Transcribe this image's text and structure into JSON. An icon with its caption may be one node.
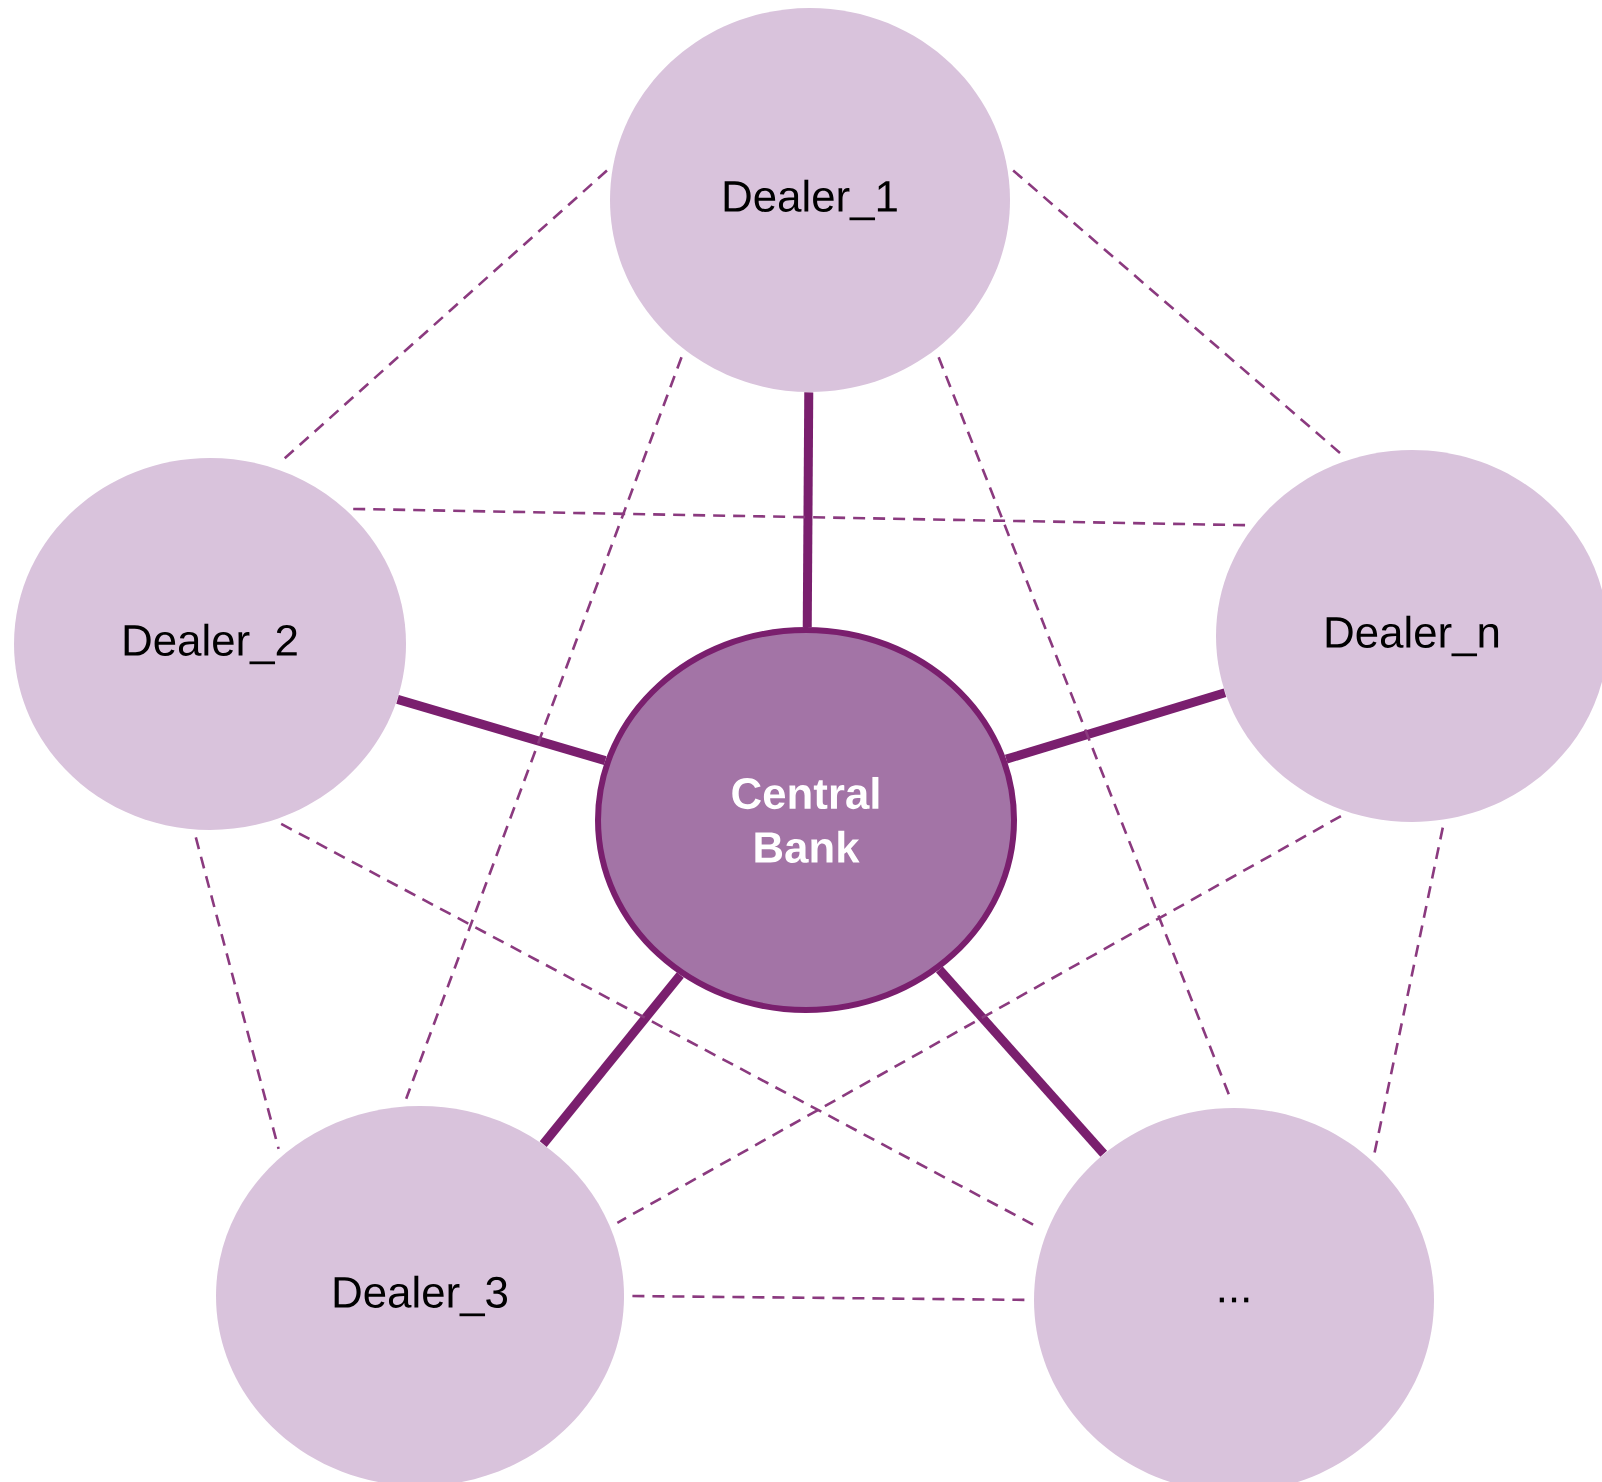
{
  "diagram": {
    "nodes": [
      {
        "text": [
          "Dealer_1"
        ]
      },
      {
        "text": [
          "Dealer_2"
        ]
      },
      {
        "text": [
          "Central Bank"
        ]
      },
      {
        "text": [
          "Dealer_n"
        ]
      },
      {
        "text": [
          "Dealer_3"
        ]
      },
      {
        "text": [
          "..."
        ]
      }
    ],
    "edges": [
      {
        "from": 2,
        "to": 0,
        "arrow": "none",
        "style": "thick"
      },
      {
        "from": 2,
        "to": 1,
        "arrow": "none",
        "style": "thick"
      },
      {
        "from": 2,
        "to": 3,
        "arrow": "none",
        "style": "thick"
      },
      {
        "from": 2,
        "to": 4,
        "arrow": "none",
        "style": "thick"
      },
      {
        "from": 2,
        "to": 5,
        "arrow": "none",
        "style": "thick"
      },
      {
        "from": 0,
        "to": 1,
        "arrow": "none",
        "style": "dashed"
      },
      {
        "from": 0,
        "to": 3,
        "arrow": "none",
        "style": "dashed"
      },
      {
        "from": 0,
        "to": 4,
        "arrow": "none",
        "style": "dashed"
      },
      {
        "from": 0,
        "to": 5,
        "arrow": "none",
        "style": "dashed"
      },
      {
        "from": 1,
        "to": 3,
        "arrow": "none",
        "style": "dashed"
      },
      {
        "from": 1,
        "to": 4,
        "arrow": "none",
        "style": "dashed"
      },
      {
        "from": 1,
        "to": 5,
        "arrow": "none",
        "style": "dashed"
      },
      {
        "from": 3,
        "to": 4,
        "arrow": "none",
        "style": "dashed"
      },
      {
        "from": 3,
        "to": 5,
        "arrow": "none",
        "style": "dashed"
      },
      {
        "from": 4,
        "to": 5,
        "arrow": "none",
        "style": "dashed"
      }
    ]
  }
}
